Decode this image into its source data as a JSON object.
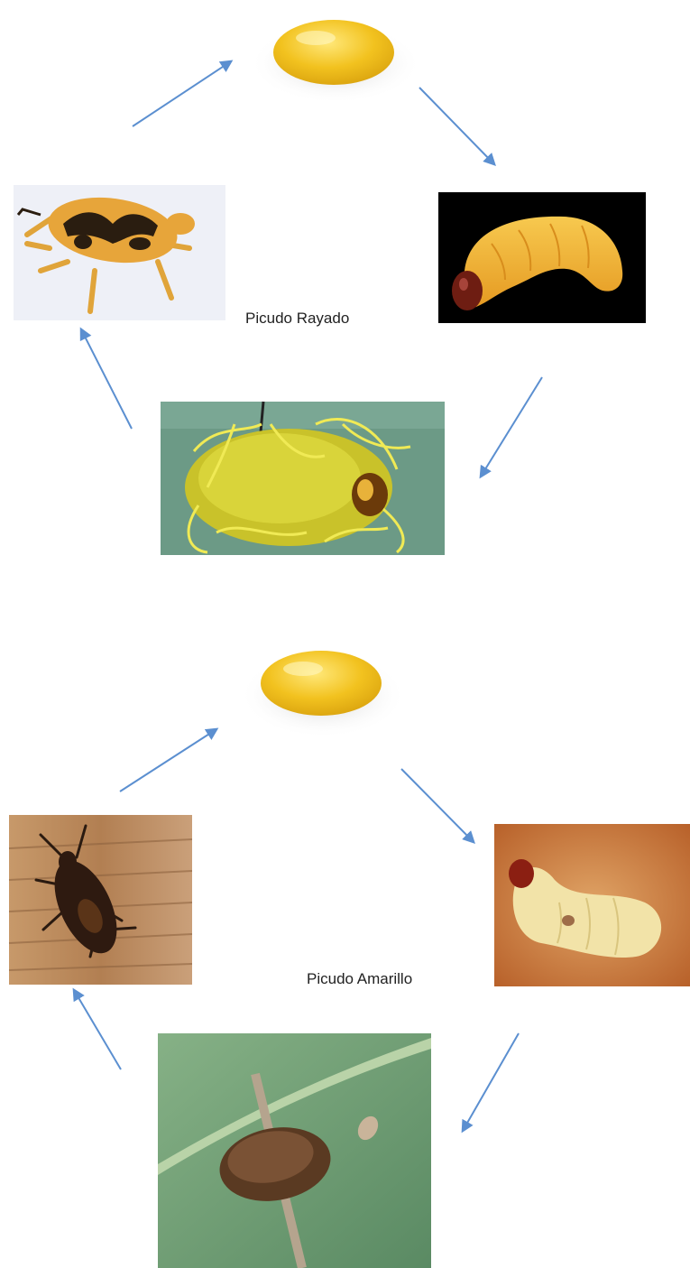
{
  "cycles": [
    {
      "name": "Picudo Rayado",
      "stages": [
        "egg",
        "larva",
        "pupa",
        "adult"
      ]
    },
    {
      "name": "Picudo Amarillo",
      "stages": [
        "egg",
        "larva",
        "pupa",
        "adult"
      ]
    }
  ],
  "colors": {
    "arrow": "#5b8fd0",
    "egg": "#f2c21f",
    "larva_yellow": "#f0b437",
    "larva_head": "#6e1d12",
    "pupa_fiber": "#d3cf2e",
    "pupa_bg": "#6c9a86",
    "adult_striped_body": "#e7a53a",
    "adult_striped_marks": "#2a1d10",
    "wood": "#b98a5c",
    "leaf": "#6f9e72"
  }
}
